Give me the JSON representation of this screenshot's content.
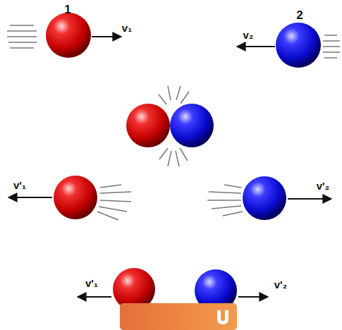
{
  "diagram": {
    "labels": [
      "1",
      "v₁",
      "v₂",
      "2",
      "v'₁",
      "v'₂",
      "v'₁",
      "v'₂"
    ]
  }
}
